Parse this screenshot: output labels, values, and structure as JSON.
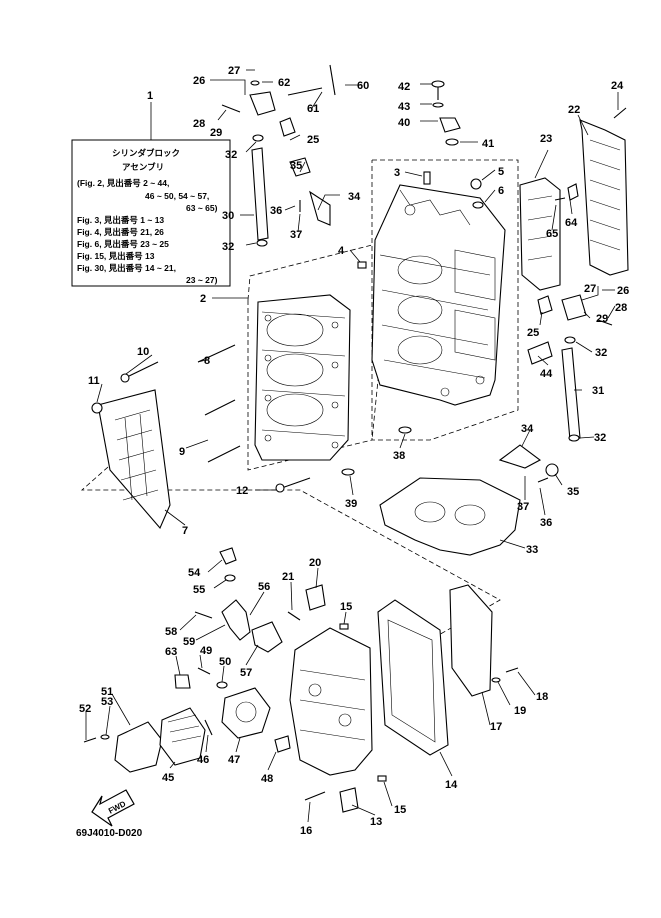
{
  "legend": {
    "number": "1",
    "lines": [
      "シリンダブロック",
      "アセンブリ",
      "(Fig. 2, 見出番号  2 ~ 44,",
      "46 ~ 50, 54 ~ 57,",
      "63 ~ 65)",
      "Fig. 3, 見出番号  1 ~ 13",
      "Fig. 4, 見出番号  21, 26",
      "Fig. 6, 見出番号  23 ~ 25",
      "Fig. 15, 見出番号  13",
      "Fig. 30, 見出番号  14 ~ 21,",
      "23 ~ 27)"
    ]
  },
  "fwd_label": "FWD",
  "drawing_code": "69J4010-D020",
  "callouts": [
    {
      "id": "c26a",
      "label": "26"
    },
    {
      "id": "c27a",
      "label": "27"
    },
    {
      "id": "c62",
      "label": "62"
    },
    {
      "id": "c60",
      "label": "60"
    },
    {
      "id": "c61",
      "label": "61"
    },
    {
      "id": "c28a",
      "label": "28"
    },
    {
      "id": "c29a",
      "label": "29"
    },
    {
      "id": "c25a",
      "label": "25"
    },
    {
      "id": "c32a",
      "label": "32"
    },
    {
      "id": "c42",
      "label": "42"
    },
    {
      "id": "c43",
      "label": "43"
    },
    {
      "id": "c40",
      "label": "40"
    },
    {
      "id": "c41",
      "label": "41"
    },
    {
      "id": "c24",
      "label": "24"
    },
    {
      "id": "c22",
      "label": "22"
    },
    {
      "id": "c23",
      "label": "23"
    },
    {
      "id": "c3",
      "label": "3"
    },
    {
      "id": "c5",
      "label": "5"
    },
    {
      "id": "c6",
      "label": "6"
    },
    {
      "id": "c35a",
      "label": "35"
    },
    {
      "id": "c34a",
      "label": "34"
    },
    {
      "id": "c36a",
      "label": "36"
    },
    {
      "id": "c37a",
      "label": "37"
    },
    {
      "id": "c30",
      "label": "30"
    },
    {
      "id": "c32b",
      "label": "32"
    },
    {
      "id": "c4",
      "label": "4"
    },
    {
      "id": "c64",
      "label": "64"
    },
    {
      "id": "c65",
      "label": "65"
    },
    {
      "id": "c2",
      "label": "2"
    },
    {
      "id": "c27b",
      "label": "27"
    },
    {
      "id": "c26b",
      "label": "26"
    },
    {
      "id": "c28b",
      "label": "28"
    },
    {
      "id": "c25b",
      "label": "25"
    },
    {
      "id": "c29b",
      "label": "29"
    },
    {
      "id": "c32c",
      "label": "32"
    },
    {
      "id": "c10",
      "label": "10"
    },
    {
      "id": "c8",
      "label": "8"
    },
    {
      "id": "c11",
      "label": "11"
    },
    {
      "id": "c44",
      "label": "44"
    },
    {
      "id": "c31",
      "label": "31"
    },
    {
      "id": "c9",
      "label": "9"
    },
    {
      "id": "c32d",
      "label": "32"
    },
    {
      "id": "c34b",
      "label": "34"
    },
    {
      "id": "c38",
      "label": "38"
    },
    {
      "id": "c12",
      "label": "12"
    },
    {
      "id": "c35b",
      "label": "35"
    },
    {
      "id": "c39",
      "label": "39"
    },
    {
      "id": "c37b",
      "label": "37"
    },
    {
      "id": "c7",
      "label": "7"
    },
    {
      "id": "c36b",
      "label": "36"
    },
    {
      "id": "c33",
      "label": "33"
    },
    {
      "id": "c54",
      "label": "54"
    },
    {
      "id": "c20",
      "label": "20"
    },
    {
      "id": "c55",
      "label": "55"
    },
    {
      "id": "c56",
      "label": "56"
    },
    {
      "id": "c21",
      "label": "21"
    },
    {
      "id": "c15a",
      "label": "15"
    },
    {
      "id": "c58",
      "label": "58"
    },
    {
      "id": "c59",
      "label": "59"
    },
    {
      "id": "c57",
      "label": "57"
    },
    {
      "id": "c63",
      "label": "63"
    },
    {
      "id": "c49",
      "label": "49"
    },
    {
      "id": "c50",
      "label": "50"
    },
    {
      "id": "c18",
      "label": "18"
    },
    {
      "id": "c51",
      "label": "51"
    },
    {
      "id": "c52",
      "label": "52"
    },
    {
      "id": "c53",
      "label": "53"
    },
    {
      "id": "c19",
      "label": "19"
    },
    {
      "id": "c17",
      "label": "17"
    },
    {
      "id": "c46",
      "label": "46"
    },
    {
      "id": "c47",
      "label": "47"
    },
    {
      "id": "c45",
      "label": "45"
    },
    {
      "id": "c48",
      "label": "48"
    },
    {
      "id": "c14",
      "label": "14"
    },
    {
      "id": "c15b",
      "label": "15"
    },
    {
      "id": "c16",
      "label": "16"
    },
    {
      "id": "c13",
      "label": "13"
    }
  ]
}
